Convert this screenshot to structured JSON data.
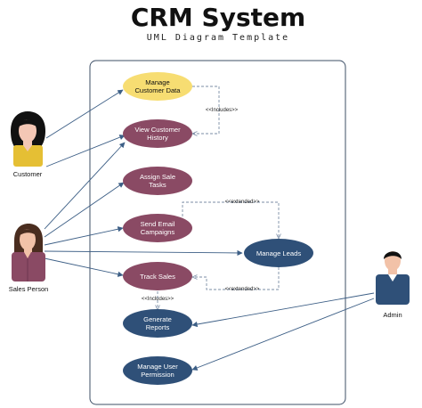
{
  "header": {
    "title": "CRM System",
    "subtitle": "UML Diagram Template"
  },
  "actors": {
    "customer": "Customer",
    "sales_person": "Sales Person",
    "admin": "Admin"
  },
  "use_cases": {
    "manage_customer_data": [
      "Manage",
      "Customer Data"
    ],
    "view_customer_history": [
      "View Customer",
      "History"
    ],
    "assign_sale_tasks": [
      "Assign Sale",
      "Tasks"
    ],
    "send_email_campaigns": [
      "Send Email",
      "Campaigns"
    ],
    "track_sales": "Track Sales",
    "manage_leads": "Manage Leads",
    "generate_reports": [
      "Generate",
      "Reports"
    ],
    "manage_user_permission": [
      "Manage User",
      "Permission"
    ]
  },
  "relations": {
    "includes_1": "<<Includes>>",
    "extended_1": "<<extended>>",
    "extended_2": "<<extended>>",
    "includes_2": "<<Includes>>"
  },
  "colors": {
    "yellow": "#f7dd72",
    "maroon": "#8a4a64",
    "navy": "#2f5078",
    "line": "#3d5f86",
    "dashed": "#7b8da6"
  }
}
